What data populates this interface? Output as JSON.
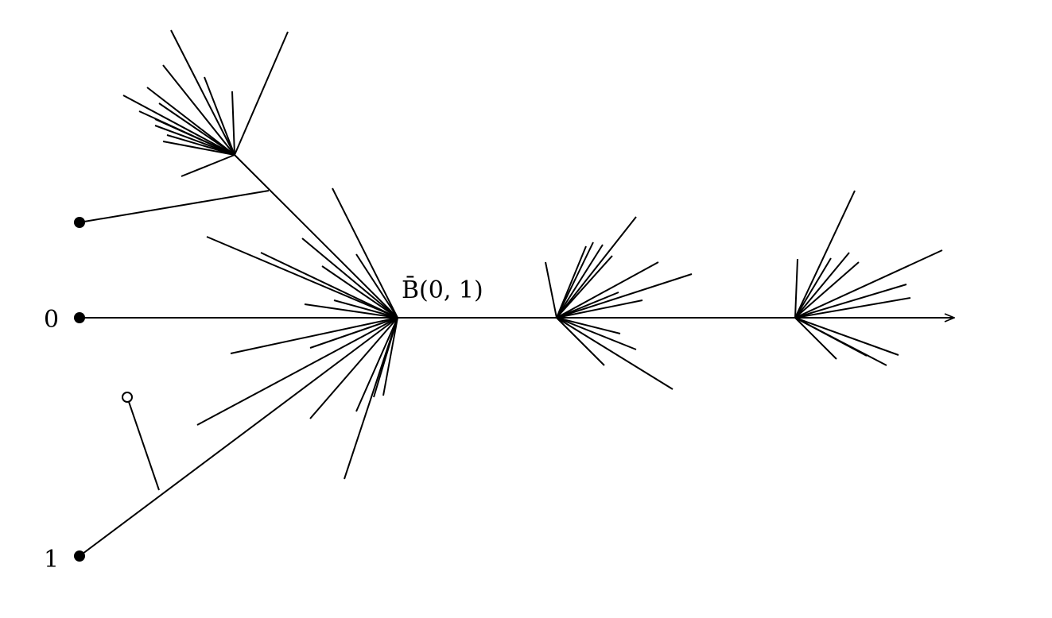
{
  "diagram": {
    "labels": {
      "zero": "0",
      "one": "1",
      "ball": "B̄(0, 1)"
    },
    "colors": {
      "ink": "#000000",
      "background": "#ffffff"
    },
    "nodes": [
      {
        "id": "root-0",
        "fill": "filled"
      },
      {
        "id": "root-upper",
        "fill": "filled"
      },
      {
        "id": "root-1",
        "fill": "filled"
      },
      {
        "id": "open-endpoint",
        "fill": "open"
      }
    ]
  }
}
